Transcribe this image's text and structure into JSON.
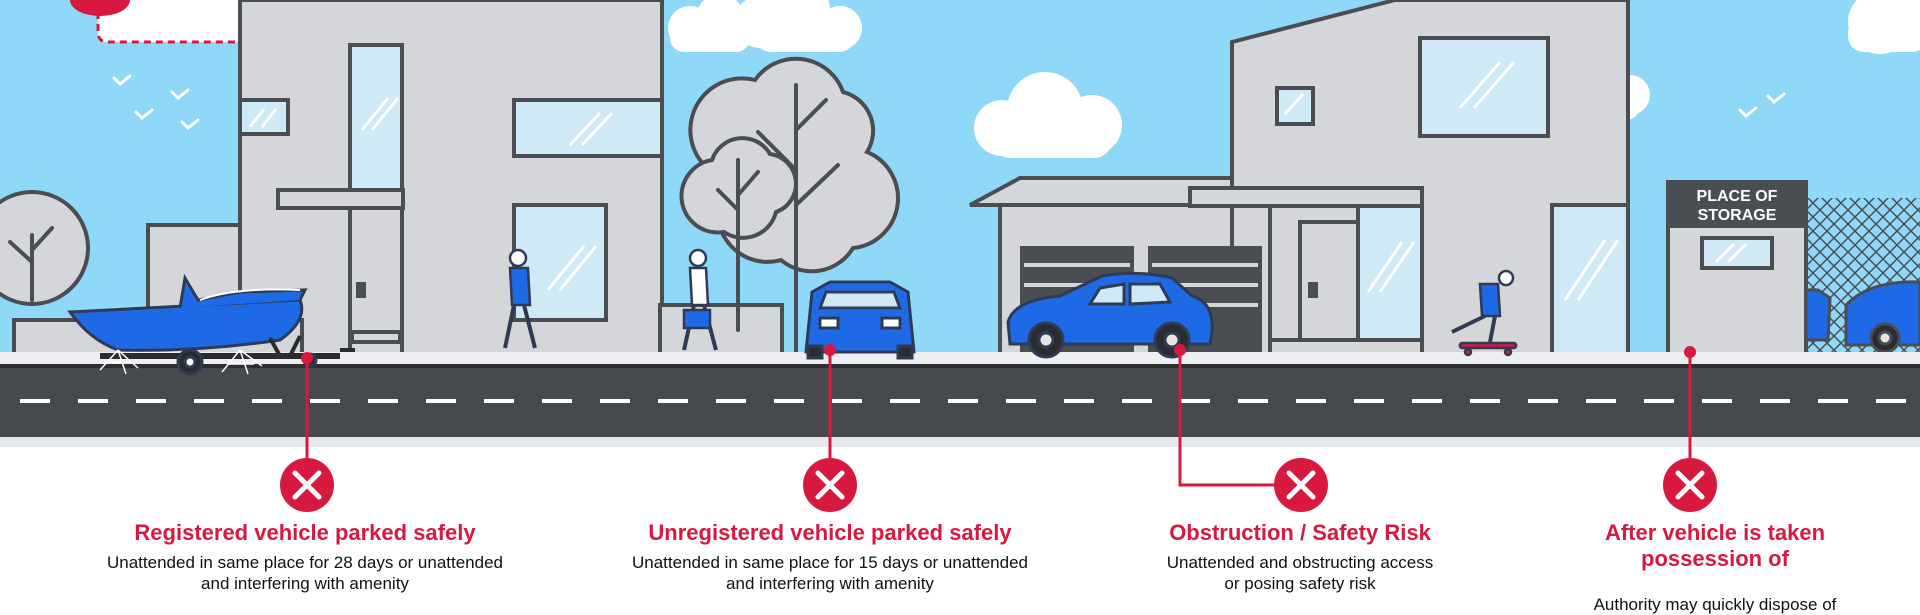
{
  "colors": {
    "accent_red": "#d7193f",
    "vehicle_blue": "#1e6ae6",
    "sky": "#8fd8f8",
    "building_grey": "#d4d6d9",
    "outline": "#4a4d52",
    "road": "#46494e"
  },
  "icons": [
    "cross-circle-icon",
    "cloud-icon",
    "tree-icon",
    "bird-icon",
    "boat-icon",
    "car-icon",
    "pedestrian-icon",
    "skateboarder-icon",
    "fence-icon"
  ],
  "storage_sign": {
    "line1": "PLACE OF",
    "line2": "STORAGE"
  },
  "captions": [
    {
      "title": "Registered vehicle parked safely",
      "line1": "Unattended in same place for 28 days or unattended",
      "line2": "and interfering with amenity"
    },
    {
      "title": "Unregistered vehicle parked safely",
      "line1": "Unattended in same place for 15 days or unattended",
      "line2": "and interfering with amenity"
    },
    {
      "title": "Obstruction / Safety Risk",
      "line1": "Unattended and obstructing access",
      "line2": "or posing safety risk"
    },
    {
      "title_line1": "After vehicle is taken",
      "title_line2": "possession of",
      "line1": "Authority may quickly dispose of"
    }
  ]
}
